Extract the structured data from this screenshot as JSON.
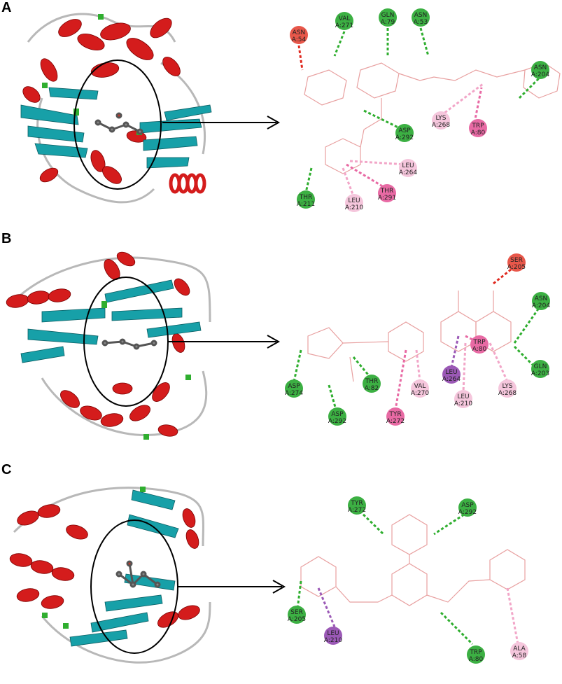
{
  "panels": [
    {
      "letter": "A",
      "residues": [
        {
          "id": "asn54",
          "name": "ASN",
          "num": "A:54",
          "color": "#e8574a"
        },
        {
          "id": "val271",
          "name": "VAL",
          "num": "A:271",
          "color": "#3cb043"
        },
        {
          "id": "gln79",
          "name": "GLN",
          "num": "A:79",
          "color": "#3cb043"
        },
        {
          "id": "asn53",
          "name": "ASN",
          "num": "A:53",
          "color": "#3cb043"
        },
        {
          "id": "asn204",
          "name": "ASN",
          "num": "A:204",
          "color": "#3cb043"
        },
        {
          "id": "lys268",
          "name": "LYS",
          "num": "A:268",
          "color": "#f5c6dc"
        },
        {
          "id": "trp80",
          "name": "TRP",
          "num": "A:80",
          "color": "#e86aa4"
        },
        {
          "id": "asp292",
          "name": "ASP",
          "num": "A:292",
          "color": "#3cb043"
        },
        {
          "id": "leu264",
          "name": "LEU",
          "num": "A:264",
          "color": "#f5c6dc"
        },
        {
          "id": "thr211",
          "name": "THR",
          "num": "A:211",
          "color": "#3cb043"
        },
        {
          "id": "leu210",
          "name": "LEU",
          "num": "A:210",
          "color": "#f5c6dc"
        },
        {
          "id": "thr291",
          "name": "THR",
          "num": "A:291",
          "color": "#e86aa4"
        }
      ]
    },
    {
      "letter": "B",
      "residues": [
        {
          "id": "ser205",
          "name": "SER",
          "num": "A:205",
          "color": "#e8574a"
        },
        {
          "id": "asn204",
          "name": "ASN",
          "num": "A:204",
          "color": "#3cb043"
        },
        {
          "id": "gln203",
          "name": "GLN",
          "num": "A:203",
          "color": "#3cb043"
        },
        {
          "id": "trp80",
          "name": "TRP",
          "num": "A:80",
          "color": "#e86aa4"
        },
        {
          "id": "leu264",
          "name": "LEU",
          "num": "A:264",
          "color": "#9b59b6"
        },
        {
          "id": "lys268",
          "name": "LYS",
          "num": "A:268",
          "color": "#f5c6dc"
        },
        {
          "id": "leu210",
          "name": "LEU",
          "num": "A:210",
          "color": "#f5c6dc"
        },
        {
          "id": "val270",
          "name": "VAL",
          "num": "A:270",
          "color": "#f5c6dc"
        },
        {
          "id": "tyr272",
          "name": "TYR",
          "num": "A:272",
          "color": "#e86aa4"
        },
        {
          "id": "thr82",
          "name": "THR",
          "num": "A:82",
          "color": "#3cb043"
        },
        {
          "id": "asp274",
          "name": "ASP",
          "num": "A:274",
          "color": "#3cb043"
        },
        {
          "id": "asp292",
          "name": "ASP",
          "num": "A:292",
          "color": "#3cb043"
        }
      ]
    },
    {
      "letter": "C",
      "residues": [
        {
          "id": "tyr272",
          "name": "TYR",
          "num": "A:272",
          "color": "#3cb043"
        },
        {
          "id": "asp292",
          "name": "ASP",
          "num": "A:292",
          "color": "#3cb043"
        },
        {
          "id": "ser205",
          "name": "SER",
          "num": "A:205",
          "color": "#3cb043"
        },
        {
          "id": "leu210",
          "name": "LEU",
          "num": "A:210",
          "color": "#9b59b6"
        },
        {
          "id": "trp80",
          "name": "TRP",
          "num": "A:80",
          "color": "#3cb043"
        },
        {
          "id": "ala58",
          "name": "ALA",
          "num": "A:58",
          "color": "#f5c6dc"
        }
      ]
    }
  ],
  "colors": {
    "helix": "#d41c1c",
    "sheet": "#17a0a8",
    "turn": "#2fae2f",
    "coil": "#b8b8b8",
    "hbond": "#2fae2f",
    "pi": "#e86aa4",
    "alkyl": "#f2a6c8",
    "unfavorable": "#e0291f"
  },
  "letters": {
    "A": "A",
    "B": "B",
    "C": "C"
  }
}
